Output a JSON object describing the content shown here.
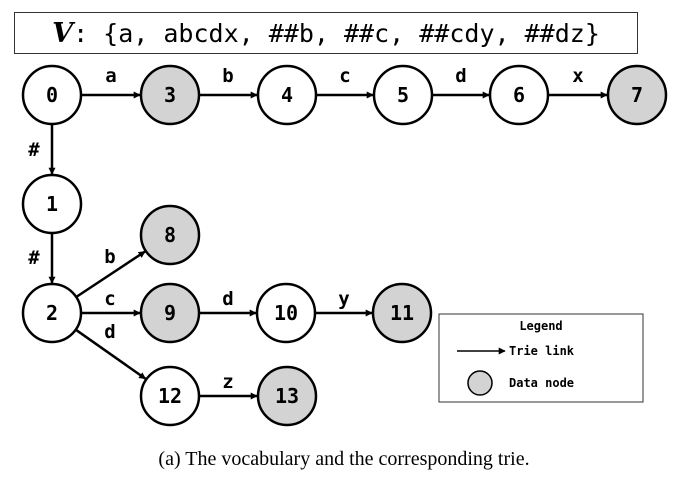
{
  "vocabulary": {
    "symbol": "V",
    "text": ": {a, abcdx, ##b, ##c, ##cdy, ##dz}"
  },
  "nodes": [
    {
      "id": "0",
      "label": "0",
      "data": false
    },
    {
      "id": "3",
      "label": "3",
      "data": true
    },
    {
      "id": "4",
      "label": "4",
      "data": false
    },
    {
      "id": "5",
      "label": "5",
      "data": false
    },
    {
      "id": "6",
      "label": "6",
      "data": false
    },
    {
      "id": "7",
      "label": "7",
      "data": true
    },
    {
      "id": "1",
      "label": "1",
      "data": false
    },
    {
      "id": "2",
      "label": "2",
      "data": false
    },
    {
      "id": "8",
      "label": "8",
      "data": true
    },
    {
      "id": "9",
      "label": "9",
      "data": true
    },
    {
      "id": "10",
      "label": "10",
      "data": false
    },
    {
      "id": "11",
      "label": "11",
      "data": true
    },
    {
      "id": "12",
      "label": "12",
      "data": false
    },
    {
      "id": "13",
      "label": "13",
      "data": true
    }
  ],
  "edges": [
    {
      "from": "0",
      "to": "3",
      "label": "a"
    },
    {
      "from": "3",
      "to": "4",
      "label": "b"
    },
    {
      "from": "4",
      "to": "5",
      "label": "c"
    },
    {
      "from": "5",
      "to": "6",
      "label": "d"
    },
    {
      "from": "6",
      "to": "7",
      "label": "x"
    },
    {
      "from": "0",
      "to": "1",
      "label": "#"
    },
    {
      "from": "1",
      "to": "2",
      "label": "#"
    },
    {
      "from": "2",
      "to": "8",
      "label": "b"
    },
    {
      "from": "2",
      "to": "9",
      "label": "c"
    },
    {
      "from": "2",
      "to": "12",
      "label": "d"
    },
    {
      "from": "9",
      "to": "10",
      "label": "d"
    },
    {
      "from": "10",
      "to": "11",
      "label": "y"
    },
    {
      "from": "12",
      "to": "13",
      "label": "z"
    }
  ],
  "legend": {
    "title": "Legend",
    "trie_link": "Trie link",
    "data_node": "Data node"
  },
  "colors": {
    "data_node_fill": "#d3d3d3",
    "node_fill": "#ffffff",
    "stroke": "#000000"
  },
  "caption": "(a) The vocabulary and the corresponding trie."
}
